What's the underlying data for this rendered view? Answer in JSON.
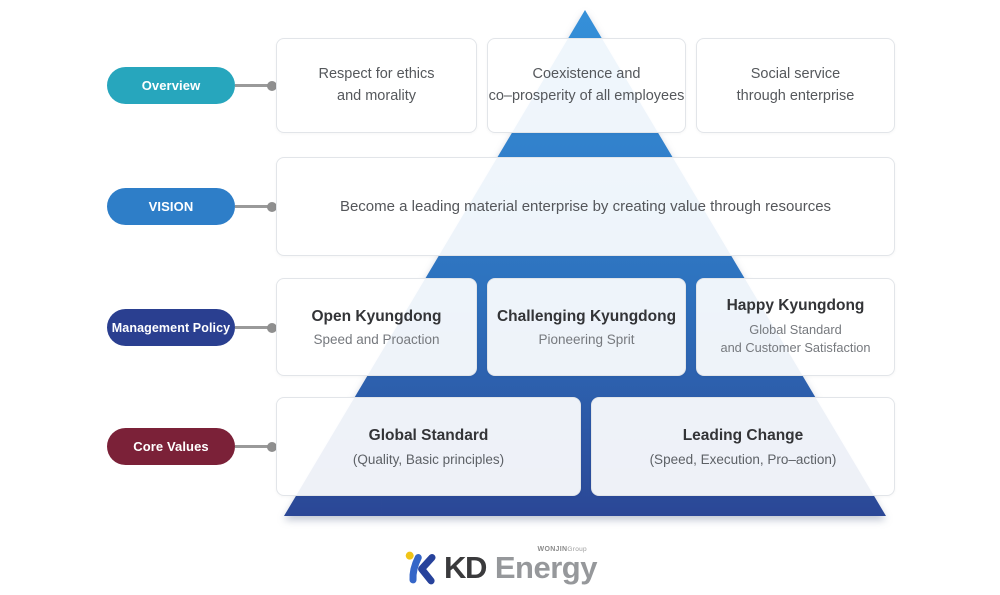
{
  "pyramid": {
    "top_color": "#3590D9",
    "mid_color": "#2E72BE",
    "bottom_color": "#2B4796"
  },
  "rows": [
    {
      "pill": {
        "label": "Overview",
        "color": "#27A6BD"
      },
      "boxes": [
        {
          "line1": "Respect for ethics",
          "line2": "and morality"
        },
        {
          "line1": "Coexistence and",
          "line2": "co–prosperity of all employees"
        },
        {
          "line1": "Social service",
          "line2": "through enterprise"
        }
      ]
    },
    {
      "pill": {
        "label": "VISION",
        "color": "#2E7EC8"
      },
      "box": {
        "text": "Become a leading material enterprise by creating value through resources"
      }
    },
    {
      "pill": {
        "label": "Management Policy",
        "color": "#2A3F90"
      },
      "boxes": [
        {
          "title": "Open Kyungdong",
          "subtitle": "Speed and Proaction"
        },
        {
          "title": "Challenging Kyungdong",
          "subtitle": "Pioneering Sprit"
        },
        {
          "title": "Happy Kyungdong",
          "subtitle_line1": "Global Standard",
          "subtitle_line2": "and Customer Satisfaction"
        }
      ]
    },
    {
      "pill": {
        "label": "Core Values",
        "color": "#7B2138"
      },
      "boxes": [
        {
          "title": "Global Standard",
          "subtitle": "(Quality, Basic principles)"
        },
        {
          "title": "Leading Change",
          "subtitle": "(Speed, Execution, Pro–action)"
        }
      ]
    }
  ],
  "logo": {
    "kd": "KD",
    "energy": "Energy",
    "group_name": "WONJIN",
    "group_suffix": "Group",
    "mark_blue": "#2C52AE",
    "mark_dot": "#F0C417"
  }
}
